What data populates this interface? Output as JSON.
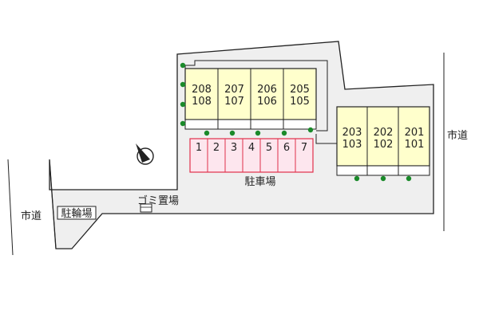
{
  "roads": {
    "left": "市道",
    "right": "市道"
  },
  "parking": {
    "label": "駐車場",
    "stalls": [
      "1",
      "2",
      "3",
      "4",
      "5",
      "6",
      "7"
    ]
  },
  "bicycle_parking": {
    "label": "駐輪場"
  },
  "garbage": {
    "label": "ゴミ置場"
  },
  "buildings": {
    "west": [
      {
        "upper": "208",
        "lower": "108"
      },
      {
        "upper": "207",
        "lower": "107"
      },
      {
        "upper": "206",
        "lower": "106"
      },
      {
        "upper": "205",
        "lower": "105"
      }
    ],
    "east": [
      {
        "upper": "203",
        "lower": "103"
      },
      {
        "upper": "202",
        "lower": "102"
      },
      {
        "upper": "201",
        "lower": "101"
      }
    ]
  },
  "compass": {
    "symbol": "north-arrow"
  },
  "colors": {
    "lot": "#efefef",
    "building": "#ffffcc",
    "parking": "#fde6ee",
    "parking_line": "#e0304a",
    "tree": "#1a8a2a",
    "line": "#222222"
  }
}
